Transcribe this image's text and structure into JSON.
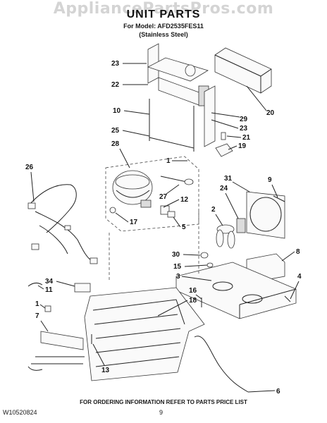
{
  "watermark": "AppliancePartsPros.com",
  "title": "UNIT PARTS",
  "subtitle_line1": "For Model: AFD2535FES11",
  "subtitle_line2": "(Stainless Steel)",
  "footer_note": "FOR ORDERING INFORMATION REFER TO PARTS PRICE LIST",
  "doc_number": "W10520824",
  "page_number": "9",
  "callouts": {
    "c23a": "23",
    "c22": "22",
    "c10": "10",
    "c25": "25",
    "c28": "28",
    "c26": "26",
    "c1a": "1",
    "c27": "27",
    "c12": "12",
    "c17": "17",
    "c5": "5",
    "c20": "20",
    "c29": "29",
    "c23b": "23",
    "c21": "21",
    "c19": "19",
    "c31": "31",
    "c9": "9",
    "c24": "24",
    "c2": "2",
    "c8": "8",
    "c30": "30",
    "c15": "15",
    "c3": "3",
    "c4": "4",
    "c34": "34",
    "c11": "11",
    "c16": "16",
    "c18": "18",
    "c1b": "1",
    "c7": "7",
    "c13": "13",
    "c6": "6"
  },
  "colors": {
    "line": "#222222",
    "watermark": "#d4d4d4"
  }
}
